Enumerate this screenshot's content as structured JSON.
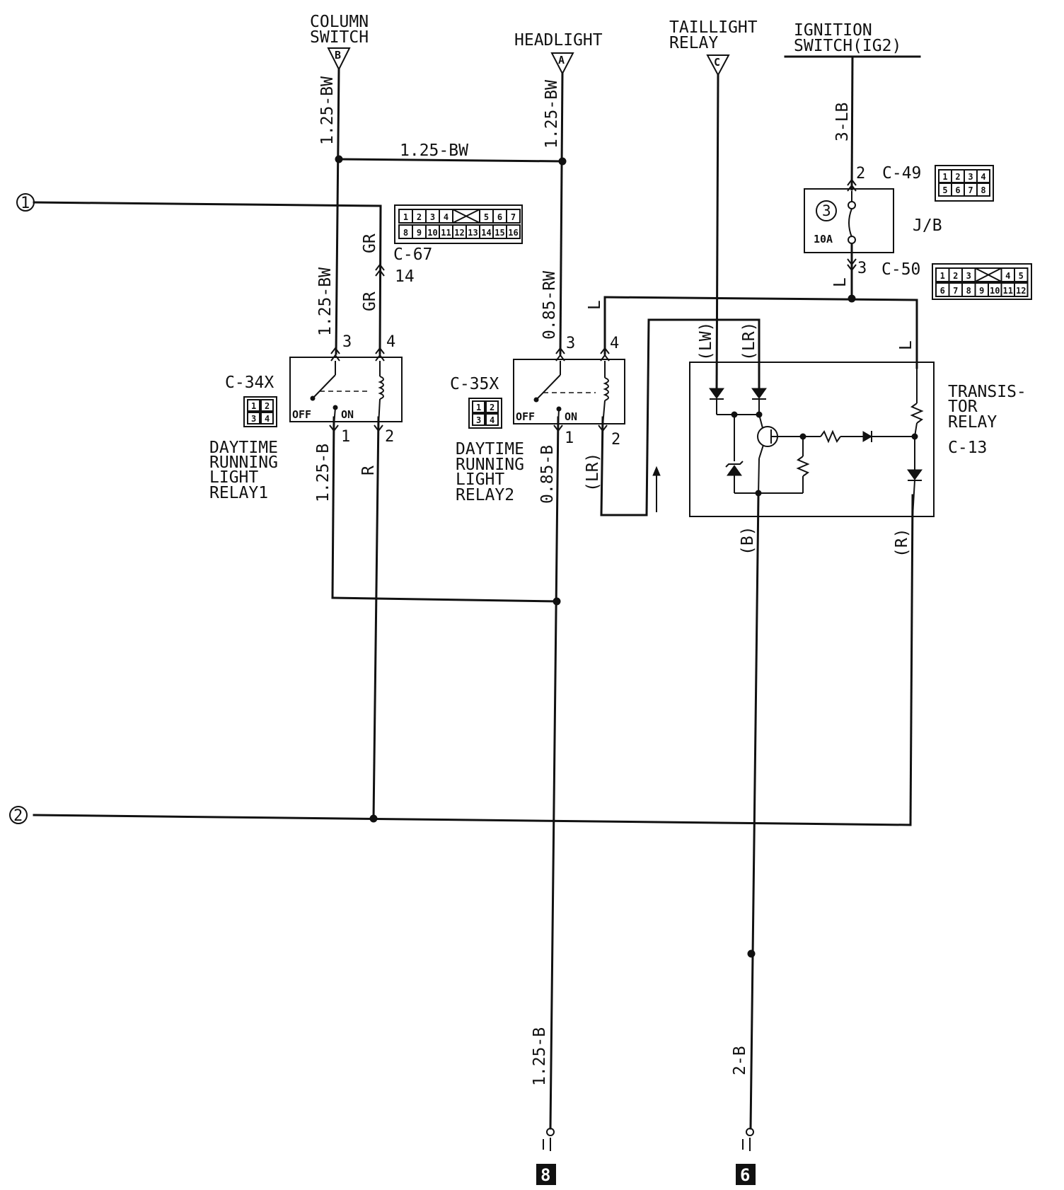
{
  "sources": {
    "column_switch": {
      "line1": "COLUMN",
      "line2": "SWITCH",
      "connector": "B"
    },
    "headlight": {
      "label": "HEADLIGHT",
      "connector": "A"
    },
    "taillight_relay": {
      "line1": "TAILLIGHT",
      "line2": "RELAY",
      "connector": "C"
    },
    "ignition_switch": {
      "line1": "IGNITION",
      "line2": "SWITCH(IG2)"
    }
  },
  "terminals": {
    "t1": "1",
    "t2": "2"
  },
  "grounds": {
    "g8": "8",
    "g6": "6"
  },
  "wires": {
    "bw_col_top": "1.25-BW",
    "bw_head_top": "1.25-BW",
    "bw_bridge": "1.25-BW",
    "bw_relay1_in": "1.25-BW",
    "gr_upper": "GR",
    "gr_lower": "GR",
    "rw_relay2_in": "0.85-RW",
    "b_relay1_out": "1.25-B",
    "r_relay1_out": "R",
    "b_relay2_out": "0.85-B",
    "lr_relay2_out": "(LR)",
    "lb_ign": "3-LB",
    "l_jb_out": "L",
    "l_relay2_feed": "L",
    "l_transistor_feed": "L",
    "lw_in": "(LW)",
    "lr_in": "(LR)",
    "b_transistor_out": "(B)",
    "r_transistor_out": "(R)",
    "b_ground_8": "1.25-B",
    "b_ground_6": "2-B"
  },
  "relay1": {
    "connector": "C-34X",
    "pins": [
      "1",
      "2",
      "3",
      "4"
    ],
    "off": "OFF",
    "on": "ON",
    "name": [
      "DAYTIME",
      "RUNNING",
      "LIGHT",
      "RELAY1"
    ]
  },
  "relay2": {
    "connector": "C-35X",
    "pins": [
      "1",
      "2",
      "3",
      "4"
    ],
    "off": "OFF",
    "on": "ON",
    "name": [
      "DAYTIME",
      "RUNNING",
      "LIGHT",
      "RELAY2"
    ]
  },
  "c67": {
    "connector": "C-67",
    "pin": "14",
    "grid_top": [
      "1",
      "2",
      "3",
      "4",
      "",
      "5",
      "6",
      "7"
    ],
    "grid_bottom": [
      "8",
      "9",
      "10",
      "11",
      "12",
      "13",
      "14",
      "15",
      "16"
    ]
  },
  "junction_block": {
    "name": "J/B",
    "fuse_no": "3",
    "fuse_rating": "10A",
    "pin_in": "2",
    "pin_out": "3",
    "c49": "C-49",
    "c49_grid": [
      "1",
      "2",
      "3",
      "4",
      "5",
      "6",
      "7",
      "8"
    ],
    "c50": "C-50",
    "c50_grid_top": [
      "1",
      "2",
      "3",
      "",
      "4",
      "5"
    ],
    "c50_grid_bottom": [
      "6",
      "7",
      "8",
      "9",
      "10",
      "11",
      "12"
    ]
  },
  "transistor_relay": {
    "line1": "TRANSIS-",
    "line2": "TOR",
    "line3": "RELAY",
    "connector": "C-13"
  }
}
